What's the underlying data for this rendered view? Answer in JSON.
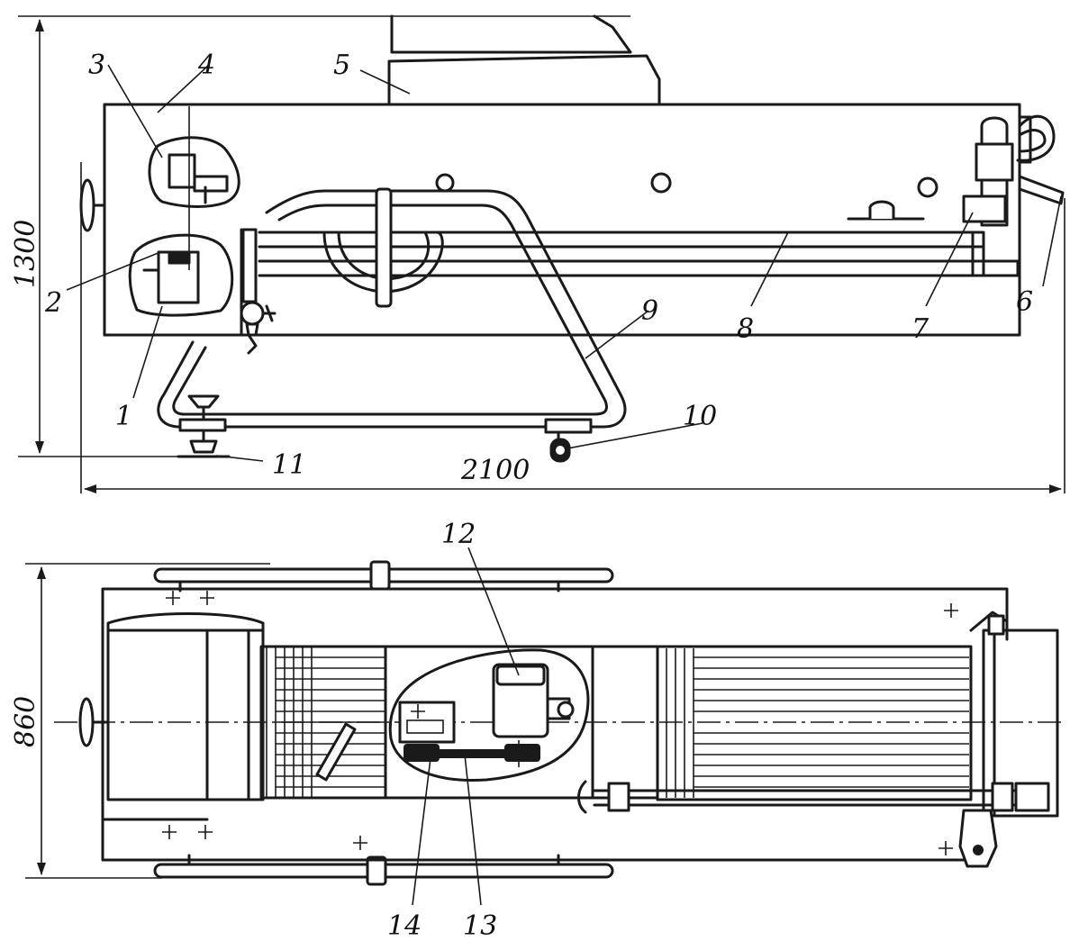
{
  "dimensions": {
    "height_side": "1300",
    "length": "2100",
    "width_plan": "860"
  },
  "callouts": [
    "1",
    "2",
    "3",
    "4",
    "5",
    "6",
    "7",
    "8",
    "9",
    "10",
    "11",
    "12",
    "13",
    "14"
  ]
}
